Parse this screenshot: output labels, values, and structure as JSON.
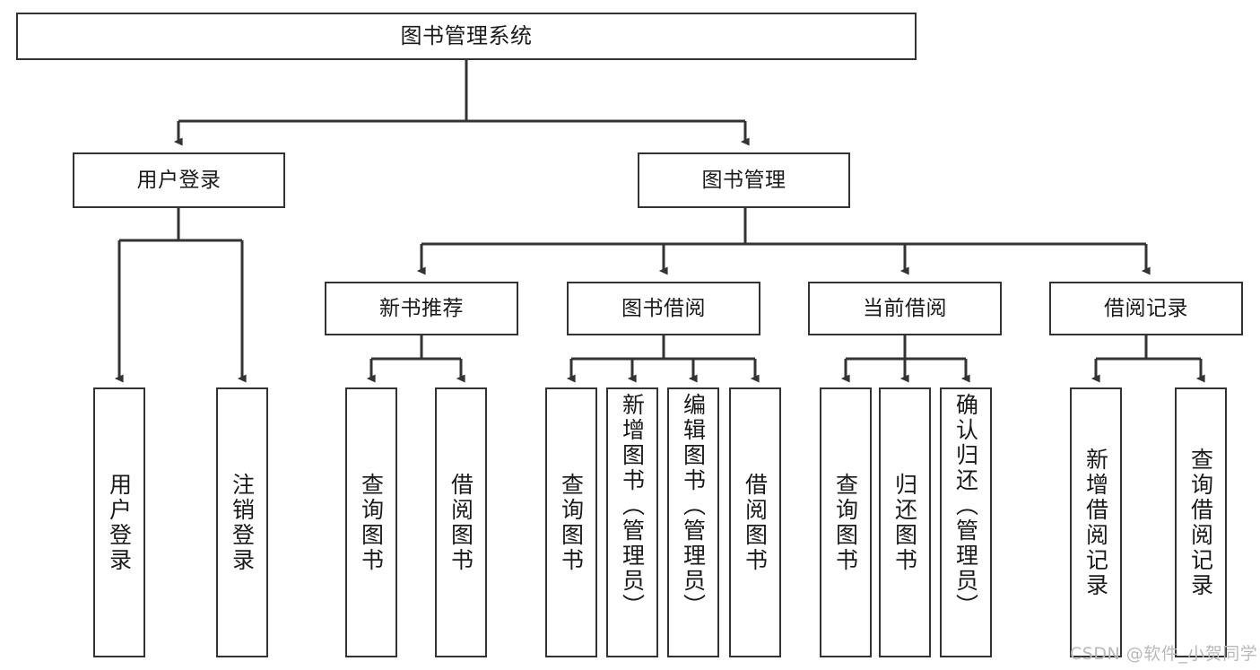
{
  "diagram": {
    "type": "tree-hierarchy",
    "title": "图书管理系统",
    "watermark": "CSDN @软件_小贺同学",
    "colors": {
      "box_border": "#333333",
      "box_fill": "#ffffff",
      "connector": "#333333",
      "text": "#1a1a1a",
      "watermark": "#b9b9b9",
      "background": "#ffffff"
    },
    "nodes": {
      "root": {
        "label": "图书管理系统"
      },
      "level1": [
        {
          "id": "user-login",
          "label": "用户登录"
        },
        {
          "id": "book-management",
          "label": "图书管理"
        }
      ],
      "level2": [
        {
          "id": "new-book-recommend",
          "label": "新书推荐"
        },
        {
          "id": "book-borrow",
          "label": "图书借阅"
        },
        {
          "id": "current-borrow",
          "label": "当前借阅"
        },
        {
          "id": "borrow-record",
          "label": "借阅记录"
        }
      ],
      "leaves": {
        "user_login": [
          {
            "id": "leaf-user-login",
            "label": "用户登录"
          },
          {
            "id": "leaf-logout-login",
            "label": "注销登录"
          }
        ],
        "new_book_recommend": [
          {
            "id": "leaf-query-book-1",
            "label": "查询图书"
          },
          {
            "id": "leaf-borrow-book-1",
            "label": "借阅图书"
          }
        ],
        "book_borrow": [
          {
            "id": "leaf-query-book-2",
            "label": "查询图书"
          },
          {
            "id": "leaf-add-book",
            "label": "新增图书（管理员）"
          },
          {
            "id": "leaf-edit-book",
            "label": "编辑图书（管理员）"
          },
          {
            "id": "leaf-borrow-book-2",
            "label": "借阅图书"
          }
        ],
        "current_borrow": [
          {
            "id": "leaf-query-book-3",
            "label": "查询图书"
          },
          {
            "id": "leaf-return-book",
            "label": "归还图书"
          },
          {
            "id": "leaf-confirm-return",
            "label": "确认归还（管理员）"
          }
        ],
        "borrow_record": [
          {
            "id": "leaf-add-record",
            "label": "新增借阅记录"
          },
          {
            "id": "leaf-query-record",
            "label": "查询借阅记录"
          }
        ]
      }
    }
  }
}
